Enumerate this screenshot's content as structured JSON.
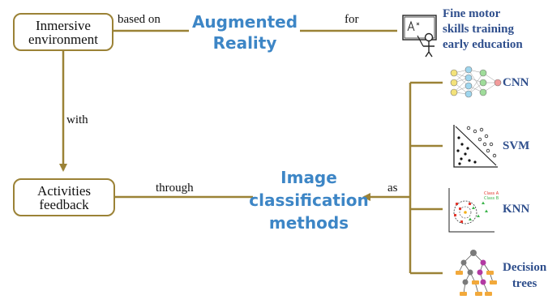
{
  "nodes": {
    "immersive": "Inmersive\nenvironment",
    "activities": "Activities\nfeedback",
    "augmented": "Augmented\nReality",
    "image_methods": "Image\nclassification\nmethods",
    "fine_motor": "Fine motor\nskills training\nearly education"
  },
  "edges": {
    "based_on": "based on",
    "for": "for",
    "with": "with",
    "through": "through",
    "as": "as"
  },
  "methods": [
    "CNN",
    "SVM",
    "KNN",
    "Decision\ntrees"
  ],
  "mini_labels": {
    "class_a": "Class A",
    "class_b": "Class B"
  },
  "colors": {
    "line": "#9b8236",
    "highlight": "#3d86c6",
    "method_text": "#2e4e8c"
  }
}
